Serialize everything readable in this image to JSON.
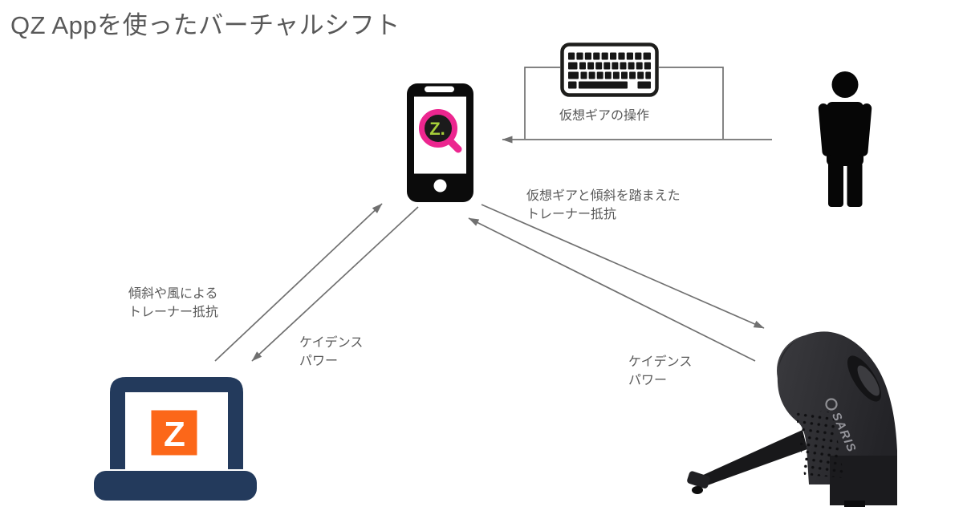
{
  "title": "QZ Appを使ったバーチャルシフト",
  "labels": {
    "gear_operation": "仮想ギアの操作",
    "virtual_gear_resistance": "仮想ギアと傾斜を踏まえた\nトレーナー抵抗",
    "incline_wind_resistance": "傾斜や風による\nトレーナー抵抗",
    "cadence_power_left": "ケイデンス\nパワー",
    "cadence_power_right": "ケイデンス\nパワー"
  },
  "nodes": {
    "phone": {
      "logo_text": "Z."
    },
    "laptop": {
      "logo_text": "Z"
    },
    "trainer": {
      "brand": "SARIS"
    }
  },
  "colors": {
    "text_gray": "#595959",
    "line_gray": "#707070",
    "qz_pink": "#EC268F",
    "qz_green": "#A6CE39",
    "zwift_orange": "#FC6719",
    "laptop_navy": "#233A5C",
    "icon_black": "#0b0b0b",
    "trainer_dark": "#2a2a2d"
  }
}
